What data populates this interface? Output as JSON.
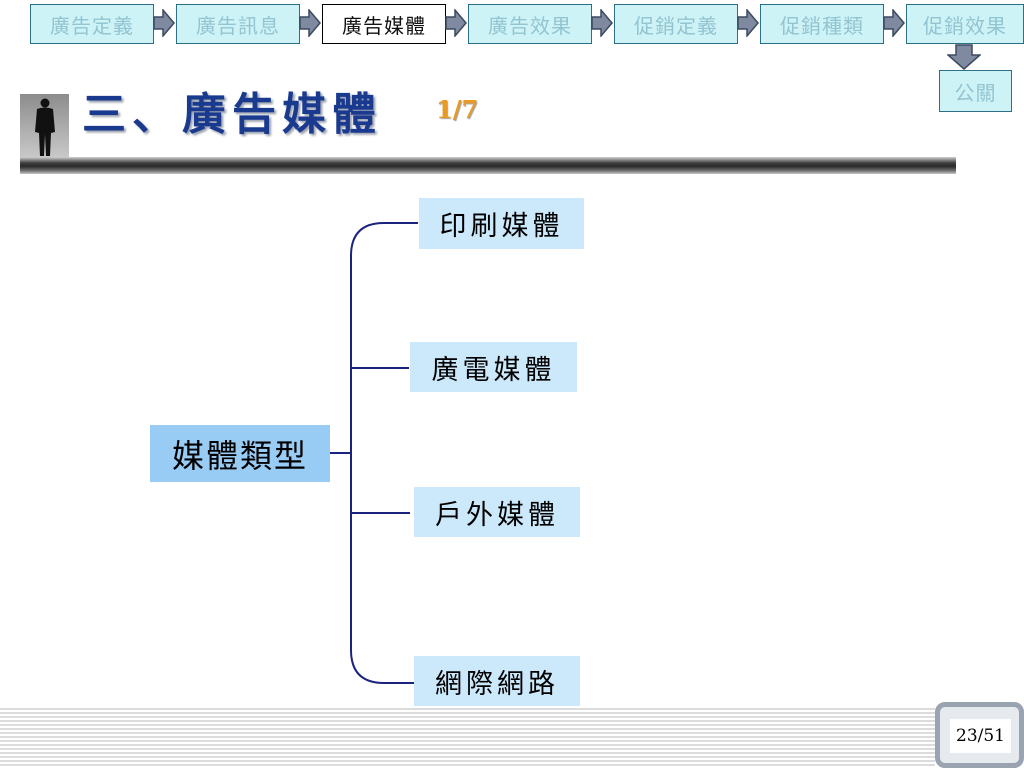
{
  "nav": {
    "items": [
      {
        "label": "廣告定義",
        "active": false
      },
      {
        "label": "廣告訊息",
        "active": false
      },
      {
        "label": "廣告媒體",
        "active": true
      },
      {
        "label": "廣告效果",
        "active": false
      },
      {
        "label": "促銷定義",
        "active": false
      },
      {
        "label": "促銷種類",
        "active": false
      },
      {
        "label": "促銷效果",
        "active": false
      }
    ],
    "extra": {
      "label": "公關"
    }
  },
  "title": {
    "text": "三、廣告媒體",
    "page_fraction": "1/7"
  },
  "diagram": {
    "root": {
      "label": "媒體類型"
    },
    "children": [
      {
        "label": "印刷媒體"
      },
      {
        "label": "廣電媒體"
      },
      {
        "label": "戶外媒體"
      },
      {
        "label": "網際網路"
      }
    ]
  },
  "footer": {
    "page_number": "23/51"
  },
  "colors": {
    "title": "#1a3a8f",
    "accent": "#e89a22",
    "nav_bg": "#cdf3f6",
    "root_box": "#99ccf5",
    "child_box": "#cce9fb",
    "connector": "#1a237e"
  },
  "icons": {
    "nav_arrow": "right-arrow-icon",
    "down_arrow": "down-arrow-icon",
    "photo": "person-figure-icon"
  }
}
